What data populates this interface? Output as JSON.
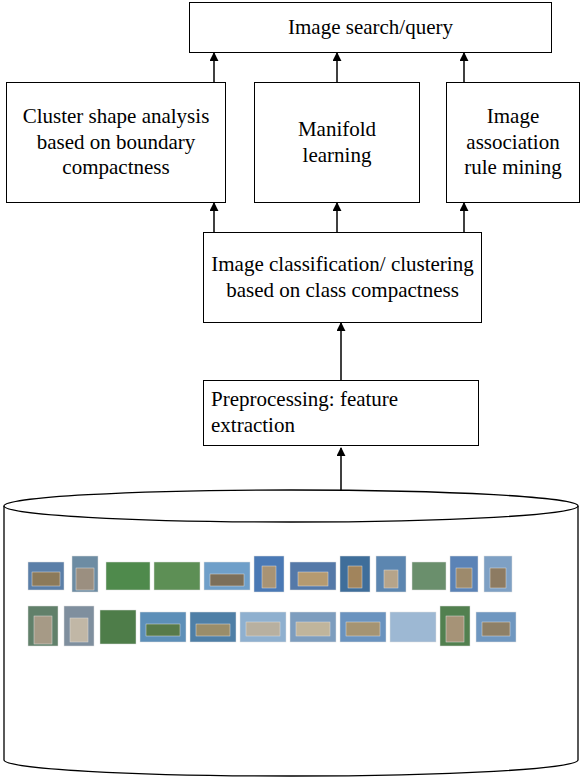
{
  "diagram": {
    "nodes": [
      {
        "text": [
          "Image search/query"
        ]
      },
      {
        "text": [
          "Cluster shape analysis based on boundary compactness"
        ]
      },
      {
        "text": [
          "Manifold learning"
        ]
      },
      {
        "text": [
          "Image association rule mining"
        ]
      },
      {
        "text": [
          "Image classification/ clustering based on class compactness"
        ]
      },
      {
        "text": [
          "Preprocessing: feature extraction"
        ]
      }
    ],
    "edges": [
      {
        "from": 5,
        "to": 4,
        "arrow": "to"
      },
      {
        "from": 4,
        "to": 1,
        "arrow": "to"
      },
      {
        "from": 4,
        "to": 2,
        "arrow": "to"
      },
      {
        "from": 4,
        "to": 3,
        "arrow": "to"
      },
      {
        "from": 1,
        "to": 0,
        "arrow": "to"
      },
      {
        "from": 2,
        "to": 0,
        "arrow": "to"
      },
      {
        "from": 3,
        "to": 0,
        "arrow": "to"
      }
    ]
  }
}
